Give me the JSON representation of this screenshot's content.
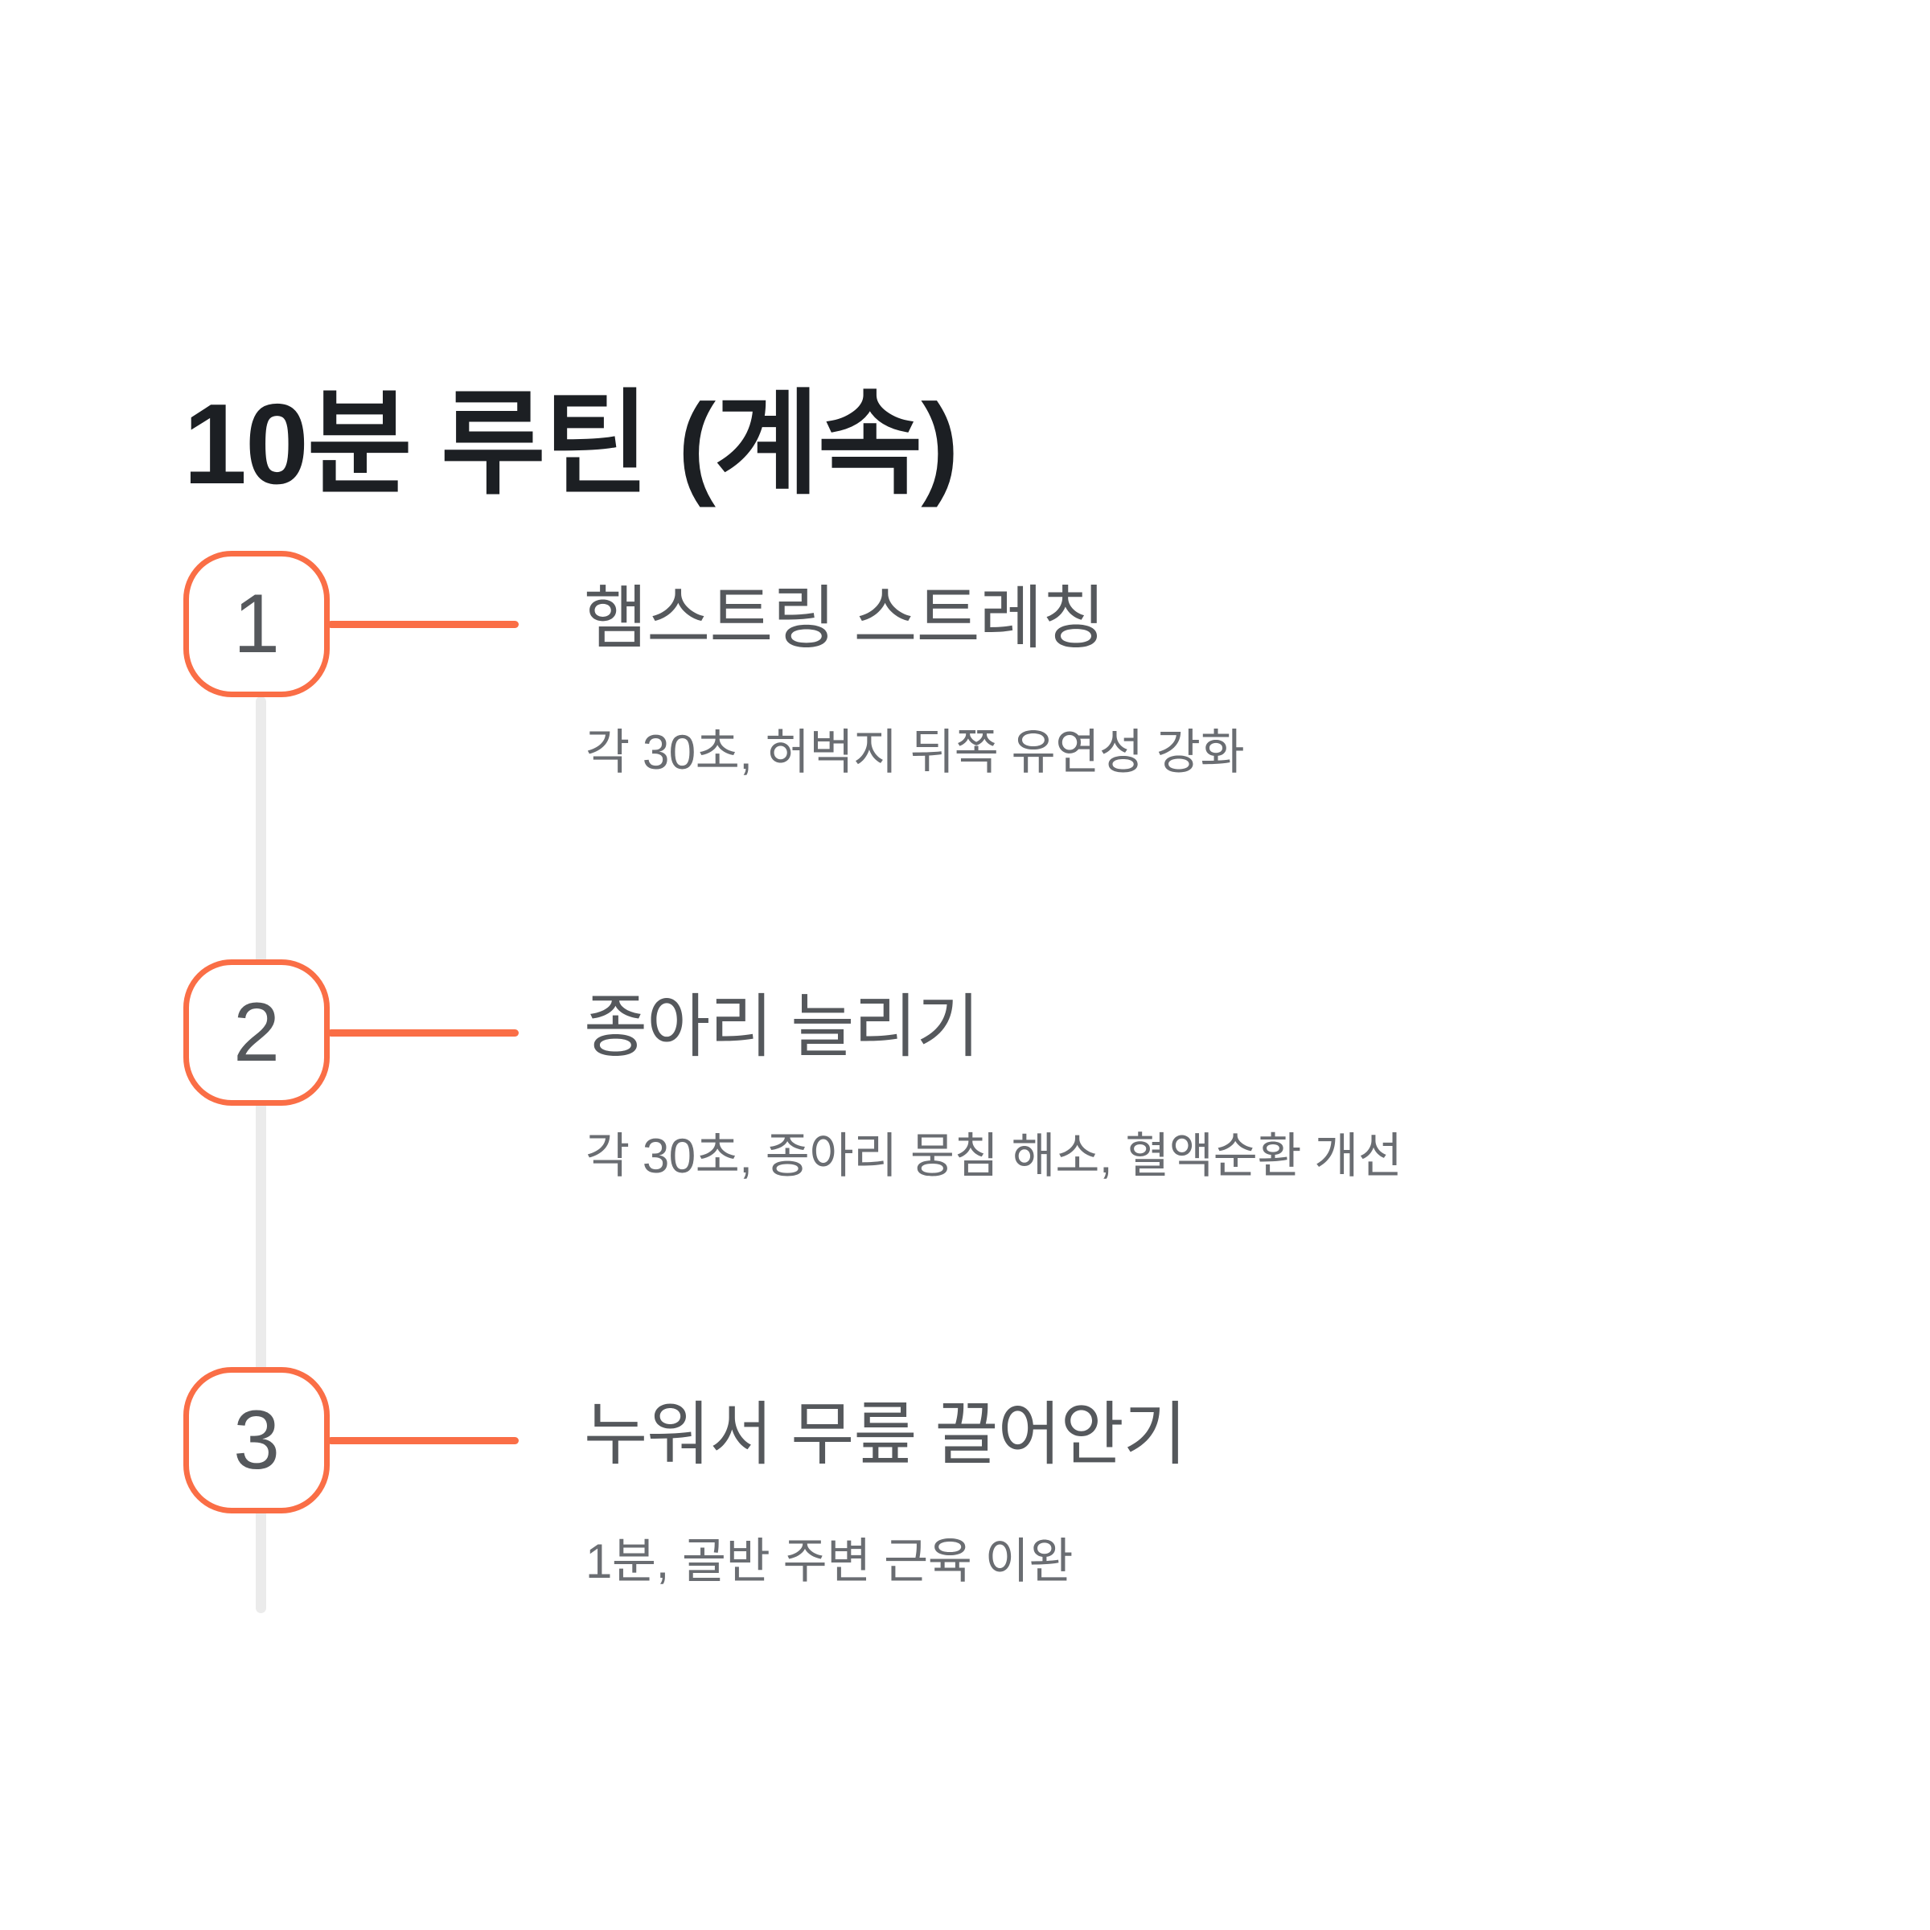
{
  "page": {
    "title": "10분 루틴 (계속)",
    "background_color": "#ffffff",
    "accent_color": "#fa6e46",
    "title_color": "#1c1f23",
    "step_title_color": "#55585c",
    "step_desc_color": "#6a6d72",
    "rail_color": "#ebebeb"
  },
  "timeline": {
    "steps": [
      {
        "number": "1",
        "title": "햄스트링 스트레칭",
        "description": "각 30초, 허벅지 뒤쪽 유연성 강화"
      },
      {
        "number": "2",
        "title": "종아리 늘리기",
        "description": "각 30초, 종아리 뭉침 해소, 혈액순환 개선"
      },
      {
        "number": "3",
        "title": "누워서 무릎 끌어안기",
        "description": "1분, 골반 주변 근육 이완"
      }
    ]
  }
}
